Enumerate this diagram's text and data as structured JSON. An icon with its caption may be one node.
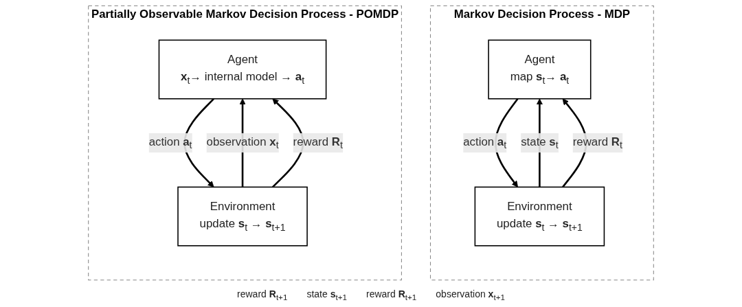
{
  "diagram": {
    "nodes": [
      {
        "text": [
          "Markov Decision Process - MDP"
        ]
      },
      {
        "text": [
          "Agent",
          "map **s**$_{t}$→ **a**$_{t}$"
        ],
        "in": 0
      },
      {
        "text": [
          "Environment",
          "update **s**$_{t}$ → **s**$_{t+1}$"
        ],
        "in": 0
      },
      {
        "text": [
          "Partially Observable Markov Decision Process - POMDP"
        ]
      },
      {
        "text": [
          "Agent",
          "**x**$_{t}$→ internal model → **a**$_{t}$"
        ],
        "in": 3
      },
      {
        "text": [
          "Environment",
          "update **s**$_{t}$ → **s**$_{t+1}$"
        ],
        "in": 3
      }
    ],
    "edges": [
      {
        "from": 2,
        "to": 1,
        "arrow": "to",
        "label": "state **s**$_{t}$"
      },
      {
        "from": 2,
        "to": 1,
        "arrow": "to",
        "label": "reward **R**$_{t}$"
      },
      {
        "from": 1,
        "to": 2,
        "arrow": "to",
        "label": "action **a**$_{t}$"
      },
      {
        "from": 5,
        "to": 4,
        "arrow": "to",
        "label": "observation **x**$_{t}$"
      },
      {
        "from": 5,
        "to": 4,
        "arrow": "to",
        "label": "reward **R**$_{t}$"
      },
      {
        "from": 4,
        "to": 5,
        "arrow": "to",
        "label": "action **a**$_{t}$"
      }
    ],
    "labels": [
      "reward **R**$_{t+1}$",
      "state **s**$_{t+1}$",
      "reward **R**$_{t+1}$",
      "observation **x**$_{t+1}$"
    ]
  }
}
